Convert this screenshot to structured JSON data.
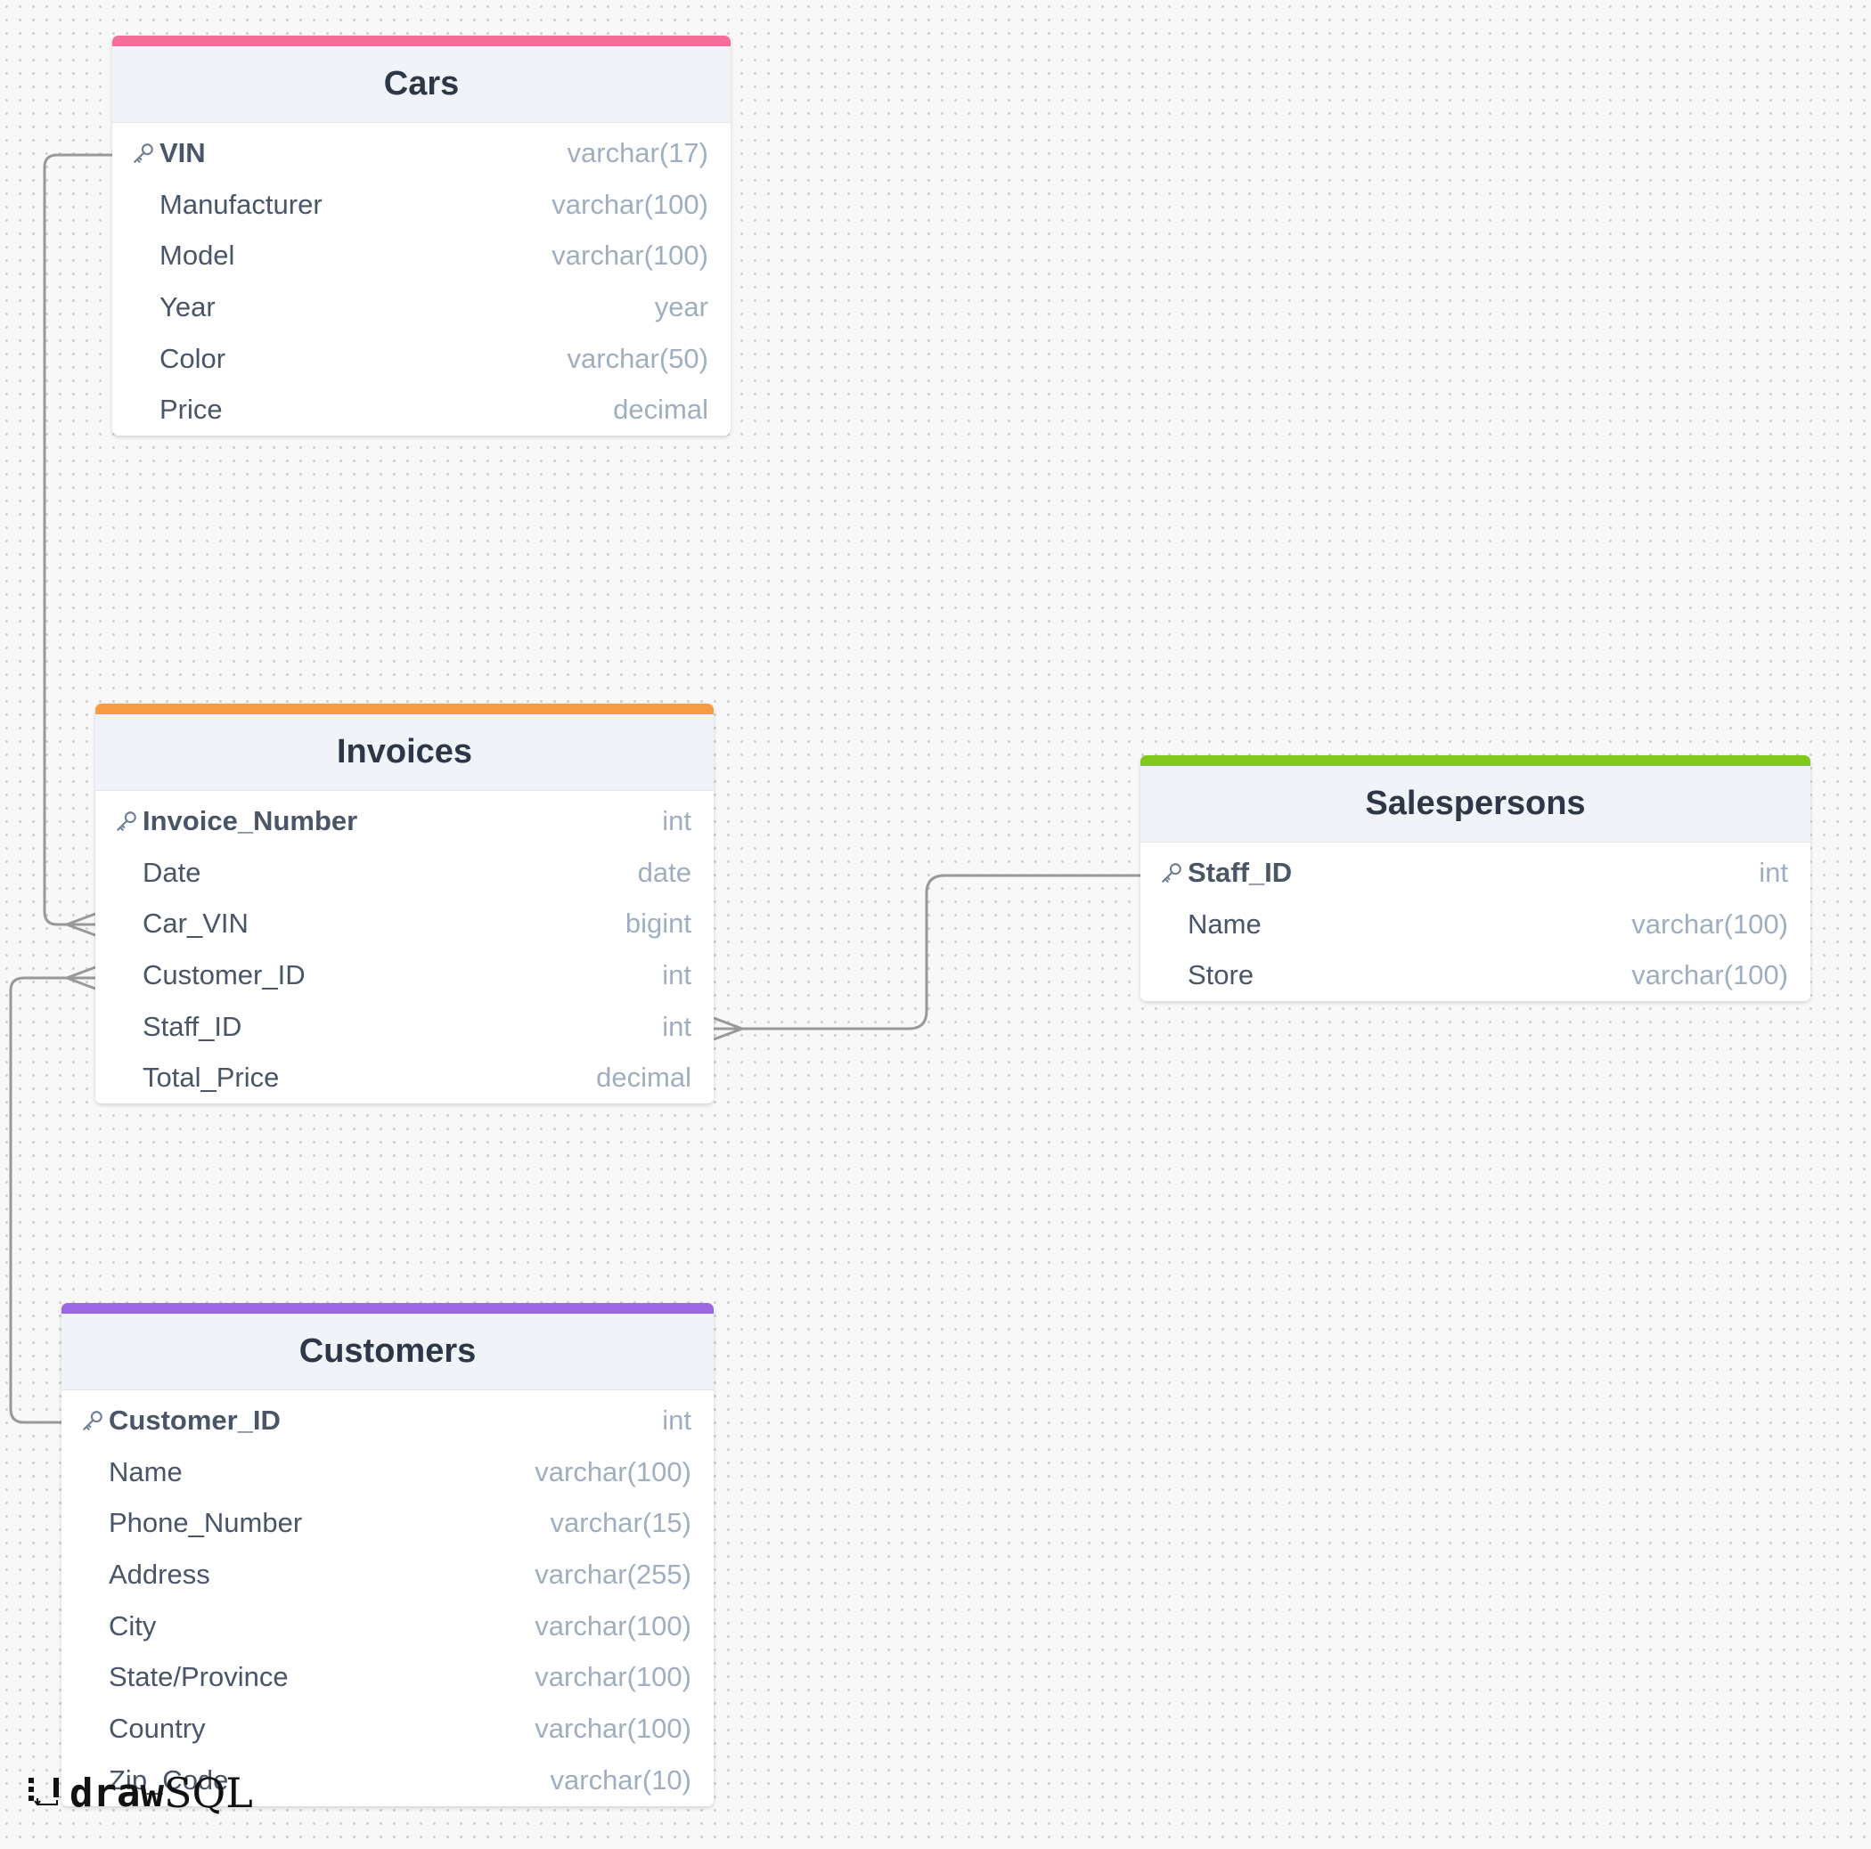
{
  "tables": [
    {
      "id": "cars",
      "name": "Cars",
      "color": "#f56e9a",
      "columns": [
        {
          "name": "VIN",
          "type": "varchar(17)",
          "pk": true
        },
        {
          "name": "Manufacturer",
          "type": "varchar(100)"
        },
        {
          "name": "Model",
          "type": "varchar(100)"
        },
        {
          "name": "Year",
          "type": "year"
        },
        {
          "name": "Color",
          "type": "varchar(50)"
        },
        {
          "name": "Price",
          "type": "decimal"
        }
      ]
    },
    {
      "id": "invoices",
      "name": "Invoices",
      "color": "#f79c42",
      "columns": [
        {
          "name": "Invoice_Number",
          "type": "int",
          "pk": true
        },
        {
          "name": "Date",
          "type": "date"
        },
        {
          "name": "Car_VIN",
          "type": "bigint"
        },
        {
          "name": "Customer_ID",
          "type": "int"
        },
        {
          "name": "Staff_ID",
          "type": "int"
        },
        {
          "name": "Total_Price",
          "type": "decimal"
        }
      ]
    },
    {
      "id": "salespersons",
      "name": "Salespersons",
      "color": "#80c81e",
      "columns": [
        {
          "name": "Staff_ID",
          "type": "int",
          "pk": true
        },
        {
          "name": "Name",
          "type": "varchar(100)"
        },
        {
          "name": "Store",
          "type": "varchar(100)"
        }
      ]
    },
    {
      "id": "customers",
      "name": "Customers",
      "color": "#9b67e3",
      "columns": [
        {
          "name": "Customer_ID",
          "type": "int",
          "pk": true
        },
        {
          "name": "Name",
          "type": "varchar(100)"
        },
        {
          "name": "Phone_Number",
          "type": "varchar(15)"
        },
        {
          "name": "Address",
          "type": "varchar(255)"
        },
        {
          "name": "City",
          "type": "varchar(100)"
        },
        {
          "name": "State/Province",
          "type": "varchar(100)"
        },
        {
          "name": "Country",
          "type": "varchar(100)"
        },
        {
          "name": "Zip_Code",
          "type": "varchar(10)"
        }
      ]
    }
  ],
  "relations": [
    {
      "from": "Cars.VIN",
      "to": "Invoices.Car_VIN",
      "cardinality": "one-to-many"
    },
    {
      "from": "Customers.Customer_ID",
      "to": "Invoices.Customer_ID",
      "cardinality": "one-to-many"
    },
    {
      "from": "Salespersons.Staff_ID",
      "to": "Invoices.Staff_ID",
      "cardinality": "one-to-many"
    }
  ],
  "logo": {
    "draw": "draw",
    "sql": "SQL"
  },
  "connector_color": "#999999"
}
